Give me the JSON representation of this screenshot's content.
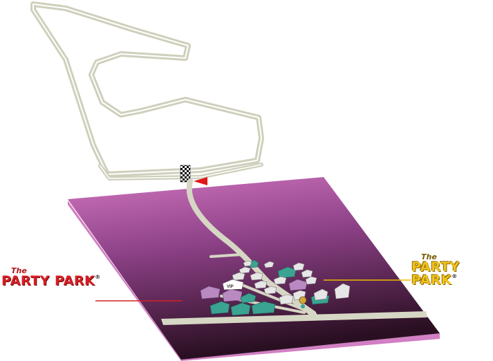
{
  "logos": {
    "left": {
      "the": "The",
      "name": "PARTY PARK",
      "reg": "®",
      "color": "#d81e24"
    },
    "right": {
      "the": "The",
      "name": "PARTY PARK",
      "reg": "®",
      "color": "#f2c21a"
    }
  },
  "map": {
    "vip_label": "VIP",
    "colors": {
      "track": "#d9d9c8",
      "ground_top": "#c66cb2",
      "ground_bottom": "#331528",
      "teal_tent": "#3aa391",
      "purple_tent": "#b98ac2",
      "white_tent": "#e6e6e6",
      "start_marker": "#e01818",
      "leader_left": "#d42020",
      "leader_right": "#f0b800"
    },
    "icons": [
      "checkered-flag-icon",
      "start-arrow-icon"
    ]
  }
}
